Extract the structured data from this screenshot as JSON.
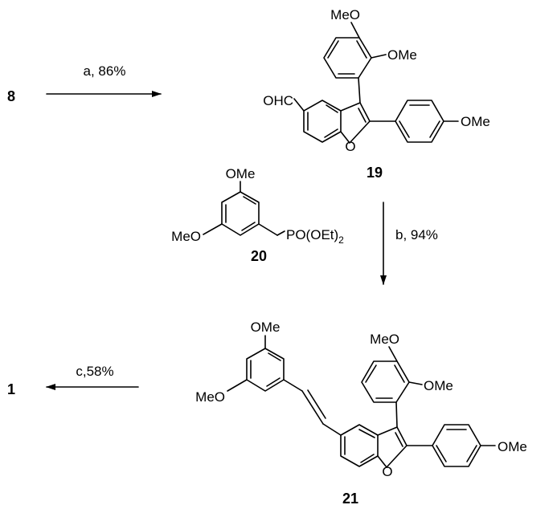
{
  "compounds": {
    "start": "8",
    "c19": "19",
    "c20": "20",
    "c21": "21",
    "product": "1"
  },
  "conditions": {
    "a": "a, 86%",
    "b": "b, 94%",
    "c": "c,58%"
  },
  "substituents": {
    "methoxy_right": "OMe",
    "methoxy_left": "MeO",
    "aldehyde": "OHC",
    "ring_oxygen": "O",
    "phosphonate_main": "PO(OEt)",
    "phosphonate_sub": "2"
  }
}
